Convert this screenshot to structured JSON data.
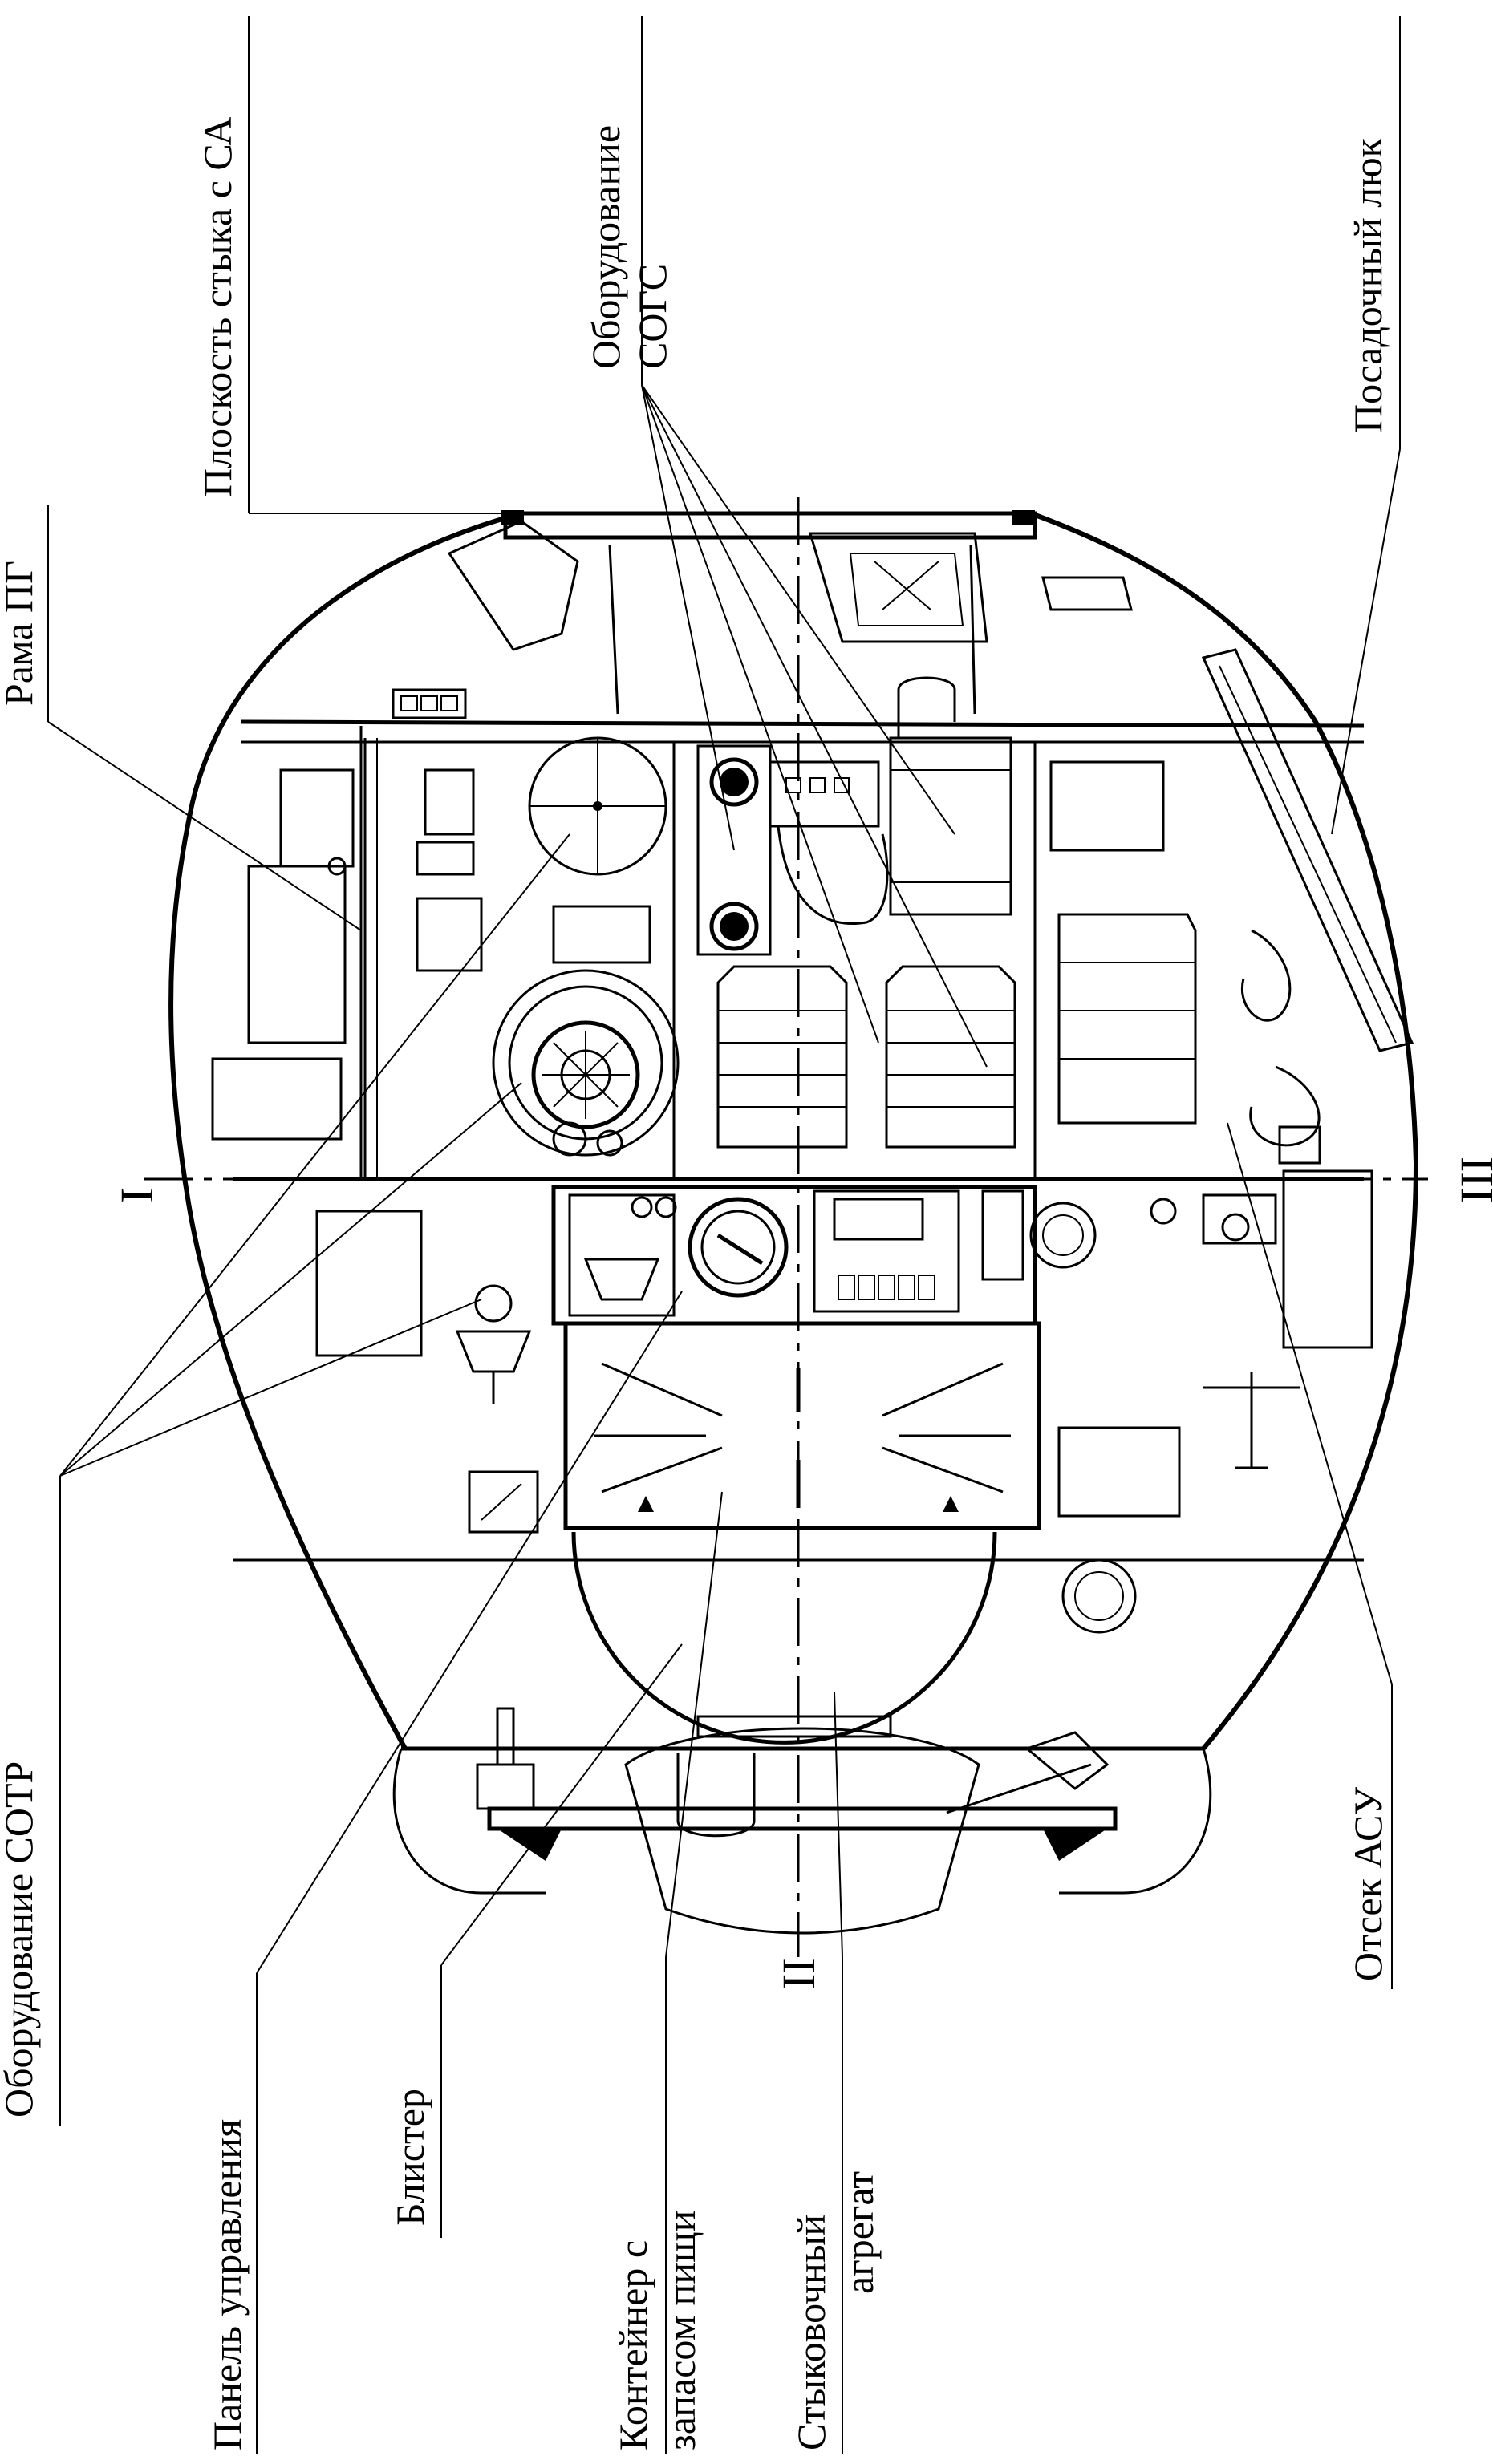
{
  "labels": {
    "sa_junction": "Плоскость стыка с СА",
    "sogs_line1": "Оборудование",
    "sogs_line2": "СОГС",
    "landing_hatch": "Посадочный люк",
    "pg_frame": "Рама ПГ",
    "sotr": "Оборудование СОТР",
    "control_panel": "Панель управления",
    "blister": "Блистер",
    "food_container_line1": "Контейнер с",
    "food_container_line2": "запасом пищи",
    "docking_line1": "Стыковочный",
    "docking_line2": "агрегат",
    "asu_compartment": "Отсек АСУ"
  },
  "axis_marks": {
    "one": "I",
    "two": "II",
    "three": "III"
  }
}
